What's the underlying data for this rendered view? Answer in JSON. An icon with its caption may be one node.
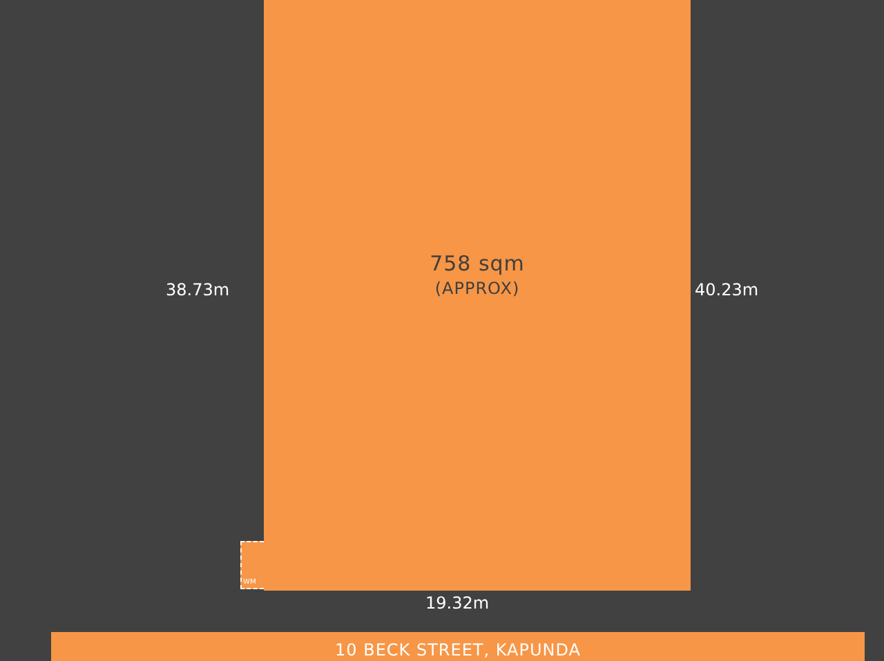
{
  "diagram": {
    "nodes": [
      {
        "text": [
          "758 sqm",
          "(APPROX)"
        ]
      },
      {
        "text": [
          "WM"
        ]
      },
      {
        "text": [
          "10 BECK STREET, KAPUNDA"
        ]
      }
    ],
    "edges": [],
    "labels": [
      "38.73m",
      "40.23m",
      "19.32m"
    ]
  }
}
